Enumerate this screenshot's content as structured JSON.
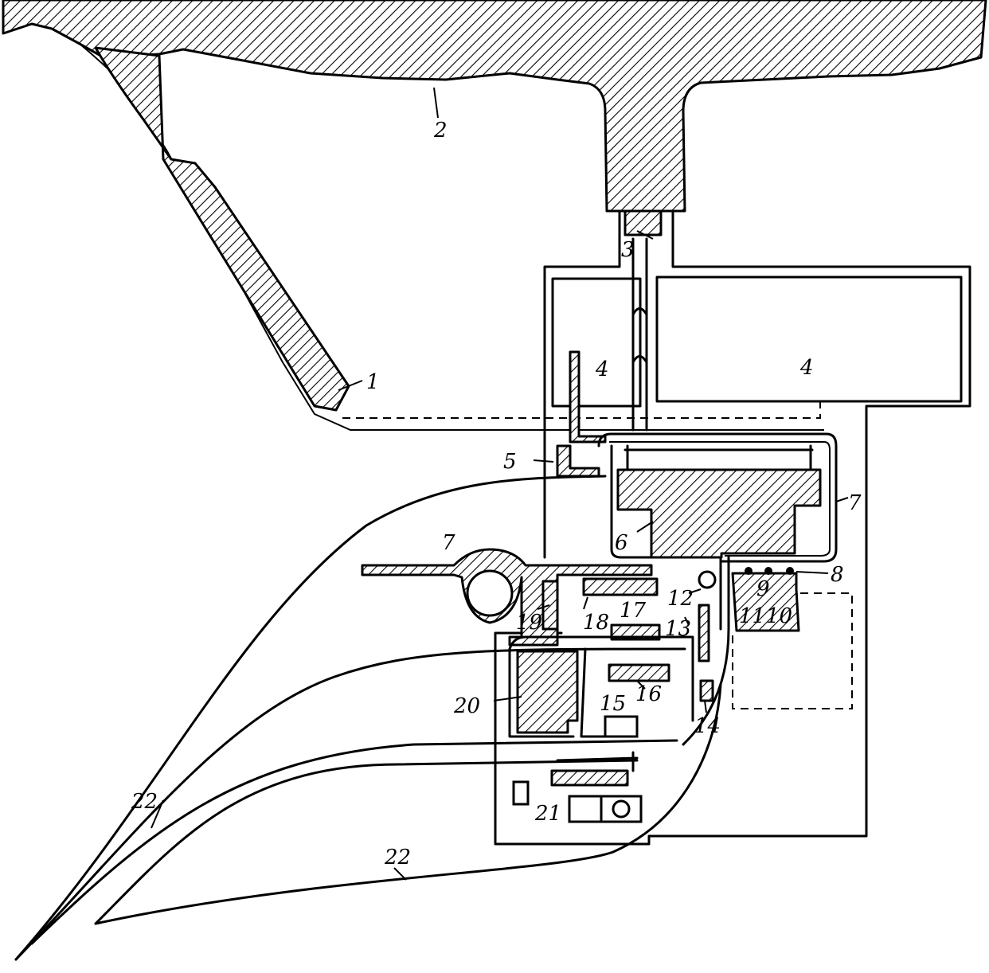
{
  "labels": {
    "l1": "1",
    "l2": "2",
    "l3": "3",
    "l4a": "4",
    "l4b": "4",
    "l5": "5",
    "l6": "6",
    "l7a": "7",
    "l7b": "7",
    "l8": "8",
    "l9": "9",
    "l10": "10",
    "l11": "11",
    "l12": "12",
    "l13": "13",
    "l14": "14",
    "l15": "15",
    "l16": "16",
    "l17": "17",
    "l18": "18",
    "l19": "19",
    "l20": "20",
    "l21": "21",
    "l22a": "22",
    "l22b": "22"
  }
}
